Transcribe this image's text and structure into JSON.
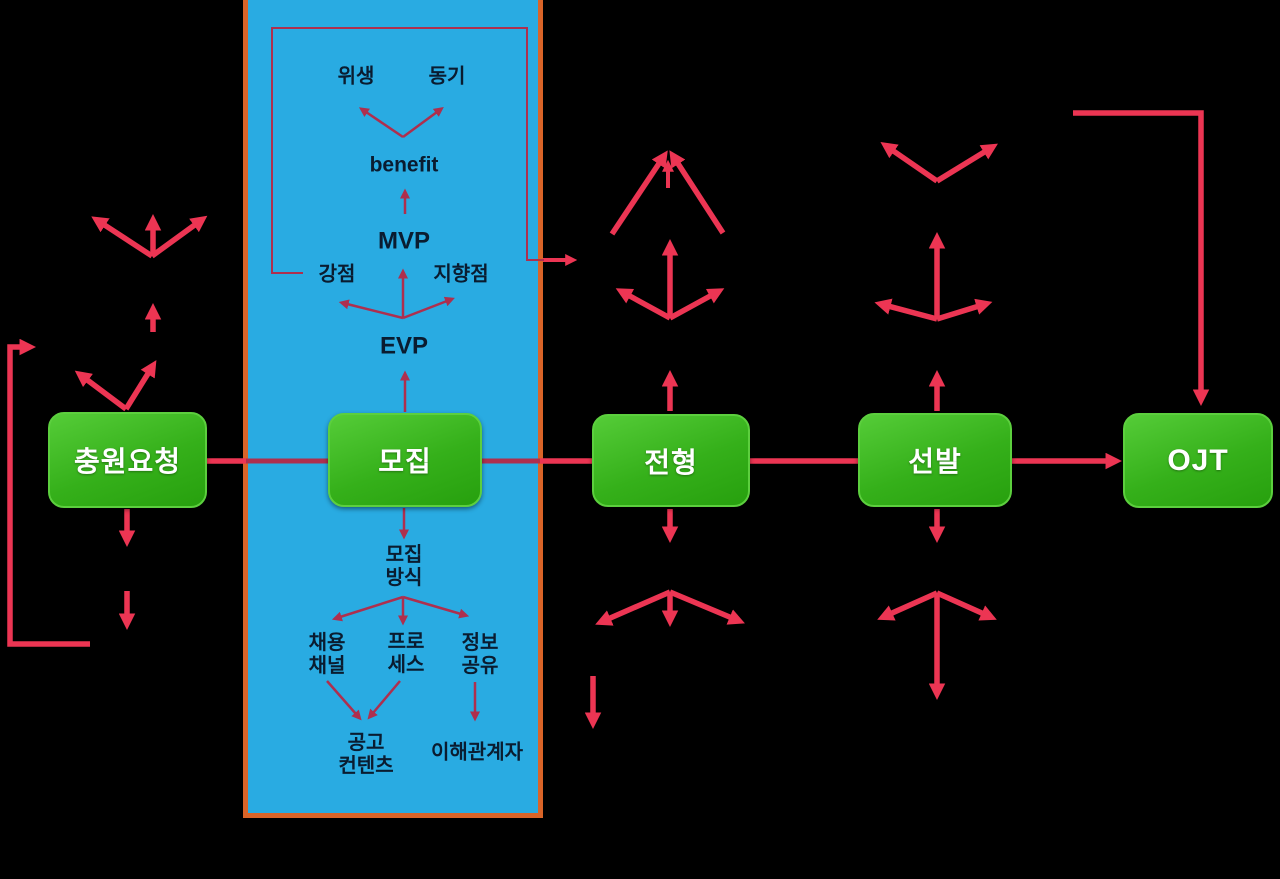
{
  "diagram": {
    "type": "flowchart",
    "description_visible_text_only": true,
    "colors": {
      "background": "#000000",
      "arrow_bright": "#EC3553",
      "arrow_dark": "#AE2F4E",
      "panel_fill": "#29ABE2",
      "panel_border": "#D96428",
      "node_green_top": "#55CC38",
      "node_green_bottom": "#27A00E",
      "node_text": "#FFFFFF",
      "panel_text": "#0A1C30"
    },
    "nodes": [
      {
        "id": "chungwon-yocheong",
        "label": "충원요청"
      },
      {
        "id": "mojip",
        "label": "모집"
      },
      {
        "id": "jeonhyeong",
        "label": "전형"
      },
      {
        "id": "seonbal",
        "label": "선발"
      },
      {
        "id": "ojt",
        "label": "OJT"
      }
    ],
    "panel": {
      "labels": {
        "wisaeng": "위생",
        "donggi": "동기",
        "benefit": "benefit",
        "mvp": "MVP",
        "gangjeom": "강점",
        "jihyangjeom": "지향점",
        "evp": "EVP",
        "mojip_bangsik": [
          "모집",
          "방식"
        ],
        "chaeyong_chaenel": [
          "채용",
          "채널"
        ],
        "peuro_seseu": [
          "프로",
          "세스"
        ],
        "jeongbo_gongyu": [
          "정보",
          "공유"
        ],
        "gonggo_contents": [
          "공고",
          "컨텐츠"
        ],
        "ihae_gwangyeja": "이해관계자"
      }
    }
  }
}
